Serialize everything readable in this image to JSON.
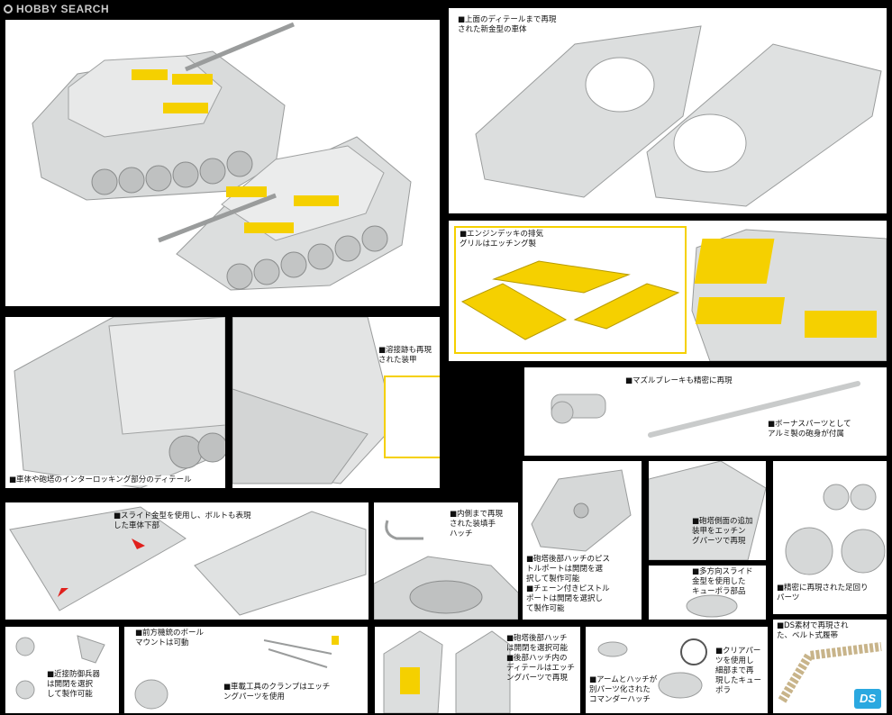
{
  "watermark": "HOBBY SEARCH",
  "captions": {
    "hull_top": "■上面のディテールまで再現\nされた新金型の車体",
    "engine_grille": "■エンジンデッキの排気\nグリルはエッチング製",
    "interlocking": "■車体や砲塔のインターロッキング部分のディテール",
    "weld": "■溶接跡も再現\nされた装甲",
    "muzzle": "■マズルブレーキも精密に再現",
    "barrel": "■ボーナスパーツとして\nアルミ製の砲身が付属",
    "slide_hull": "■スライド金型を使用し、ボルトも表現\nした車体下部",
    "hatch_inner": "■内側まで再現\nされた装填手\nハッチ",
    "pistol_port": "■砲塔後部ハッチのピス\nトルポートは開閉を選\n択して製作可能\n■チェーン付きピストル\nポートは開閉を選択し\nて製作可能",
    "turret_side": "■砲塔側面の追加\n装甲をエッチン\nグパーツで再現",
    "cupola": "■多方向スライド\n金型を使用した\nキューポラ部品",
    "tracks": "■精密に再現された足回り\nパーツ",
    "close_defense": "■近接防御兵器\nは開閉を選択\nして製作可能",
    "ball_mount": "■前方機銃のボール\nマウントは可動",
    "tool_clamps": "■車載工具のクランプはエッチ\nングパーツを使用",
    "rear_hatch": "■砲塔後部ハッチ\nは開閉を選択可能\n■後部ハッチ内の\nディテールはエッチ\nングパーツで再現",
    "arm_hatch": "■アームとハッチが\n別パーツ化された\nコマンダーハッチ",
    "clear_parts": "■クリアパー\nツを使用し\n細部まで再\n現したキュー\nポラ",
    "ds_tracks": "■DS素材で再現され\nた、ベルト式履帯"
  },
  "badge": "DS",
  "colors": {
    "background": "#000000",
    "panel": "#ffffff",
    "etch": "#f5d000",
    "plastic": "#d6d8d8",
    "arrow": "#e0201c"
  }
}
